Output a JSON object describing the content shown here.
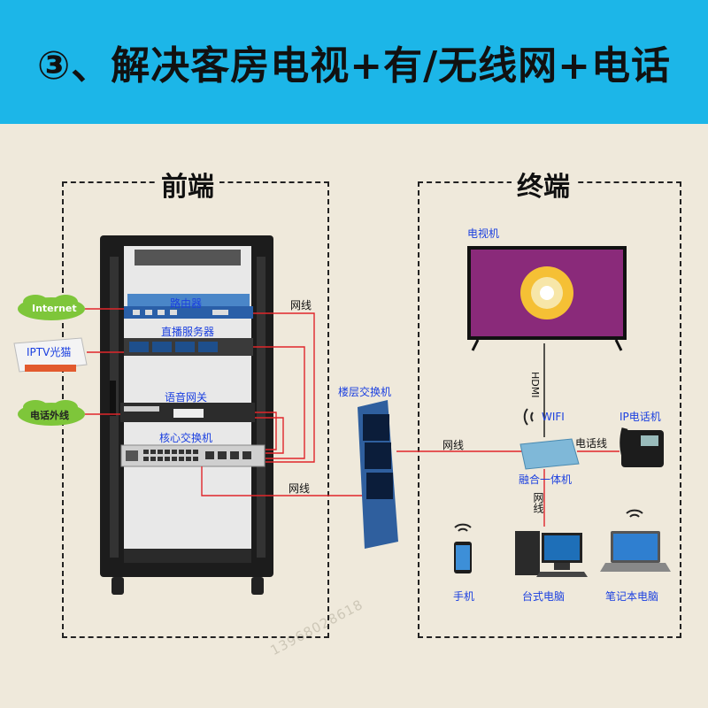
{
  "header": {
    "title": "③、解决客房电视+有/无线网+电话"
  },
  "panels": {
    "front_title": "前端",
    "terminal_title": "终端"
  },
  "external": {
    "internet": "Internet",
    "iptv_modem": "IPTV光猫",
    "phone_line": "电话外线"
  },
  "rack": {
    "router": "路由器",
    "live_server": "直播服务器",
    "voice_gateway": "语音网关",
    "core_switch": "核心交换机"
  },
  "links": {
    "net_cable_top": "网线",
    "net_cable_bottom": "网线",
    "net_cable_mid": "网线",
    "hdmi": "HDMI",
    "wifi": "WIFI",
    "phone_cable": "电话线",
    "net_cable_vertical": "网线"
  },
  "devices": {
    "floor_switch": "楼层交换机",
    "tv": "电视机",
    "ip_phone": "IP电话机",
    "all_in_one": "融合一体机",
    "mobile": "手机",
    "desktop": "台式电脑",
    "laptop": "笔记本电脑"
  },
  "watermark": {
    "phone": "13968028618"
  },
  "colors": {
    "banner": "#1cb6e8",
    "background": "#efe9db",
    "cable": "#e0262b",
    "label_blue": "#1a3fe0"
  }
}
